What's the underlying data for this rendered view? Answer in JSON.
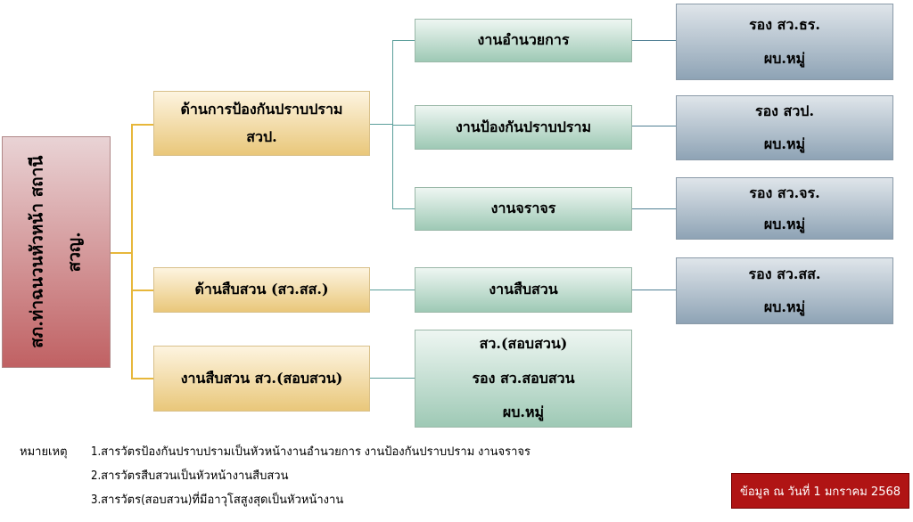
{
  "root": {
    "line1": "สภ.ท่าฉนวนหัวหน้า สถานี",
    "line2": "สวญ."
  },
  "level1": [
    {
      "lines": [
        "ด้านการป้องกันปราบปราม",
        "สวป."
      ]
    },
    {
      "lines": [
        "ด้านสืบสวน (สว.สส.)"
      ]
    },
    {
      "lines": [
        "งานสืบสวน สว.(สอบสวน)"
      ]
    }
  ],
  "level2": [
    {
      "lines": [
        "งานอำนวยการ"
      ]
    },
    {
      "lines": [
        "งานป้องกันปราบปราม"
      ]
    },
    {
      "lines": [
        "งานจราจร"
      ]
    },
    {
      "lines": [
        "งานสืบสวน"
      ]
    },
    {
      "lines": [
        "สว.(สอบสวน)",
        "รอง สว.สอบสวน",
        "ผบ.หมู่"
      ]
    }
  ],
  "level3": [
    {
      "lines": [
        "รอง สว.ธร.",
        "ผบ.หมู่"
      ]
    },
    {
      "lines": [
        "รอง สวป.",
        "ผบ.หมู่"
      ]
    },
    {
      "lines": [
        "รอง สว.จร.",
        "ผบ.หมู่"
      ]
    },
    {
      "lines": [
        "รอง สว.สส.",
        "ผบ.หมู่"
      ]
    }
  ],
  "notes": {
    "label": "หมายเหตุ",
    "items": [
      "1.สารวัตรป้องกันปราบปรามเป็นหัวหน้างานอำนวยการ งานป้องกันปราบปราม งานจราจร",
      "2.สารวัตรสืบสวนเป็นหัวหน้างานสืบสวน",
      "3.สารวัตร(สอบสวน)ที่มีอาวุโสสูงสุดเป็นหัวหน้างาน"
    ]
  },
  "date_badge": "ข้อมูล ณ วันที่ 1 มกราคม 2568"
}
